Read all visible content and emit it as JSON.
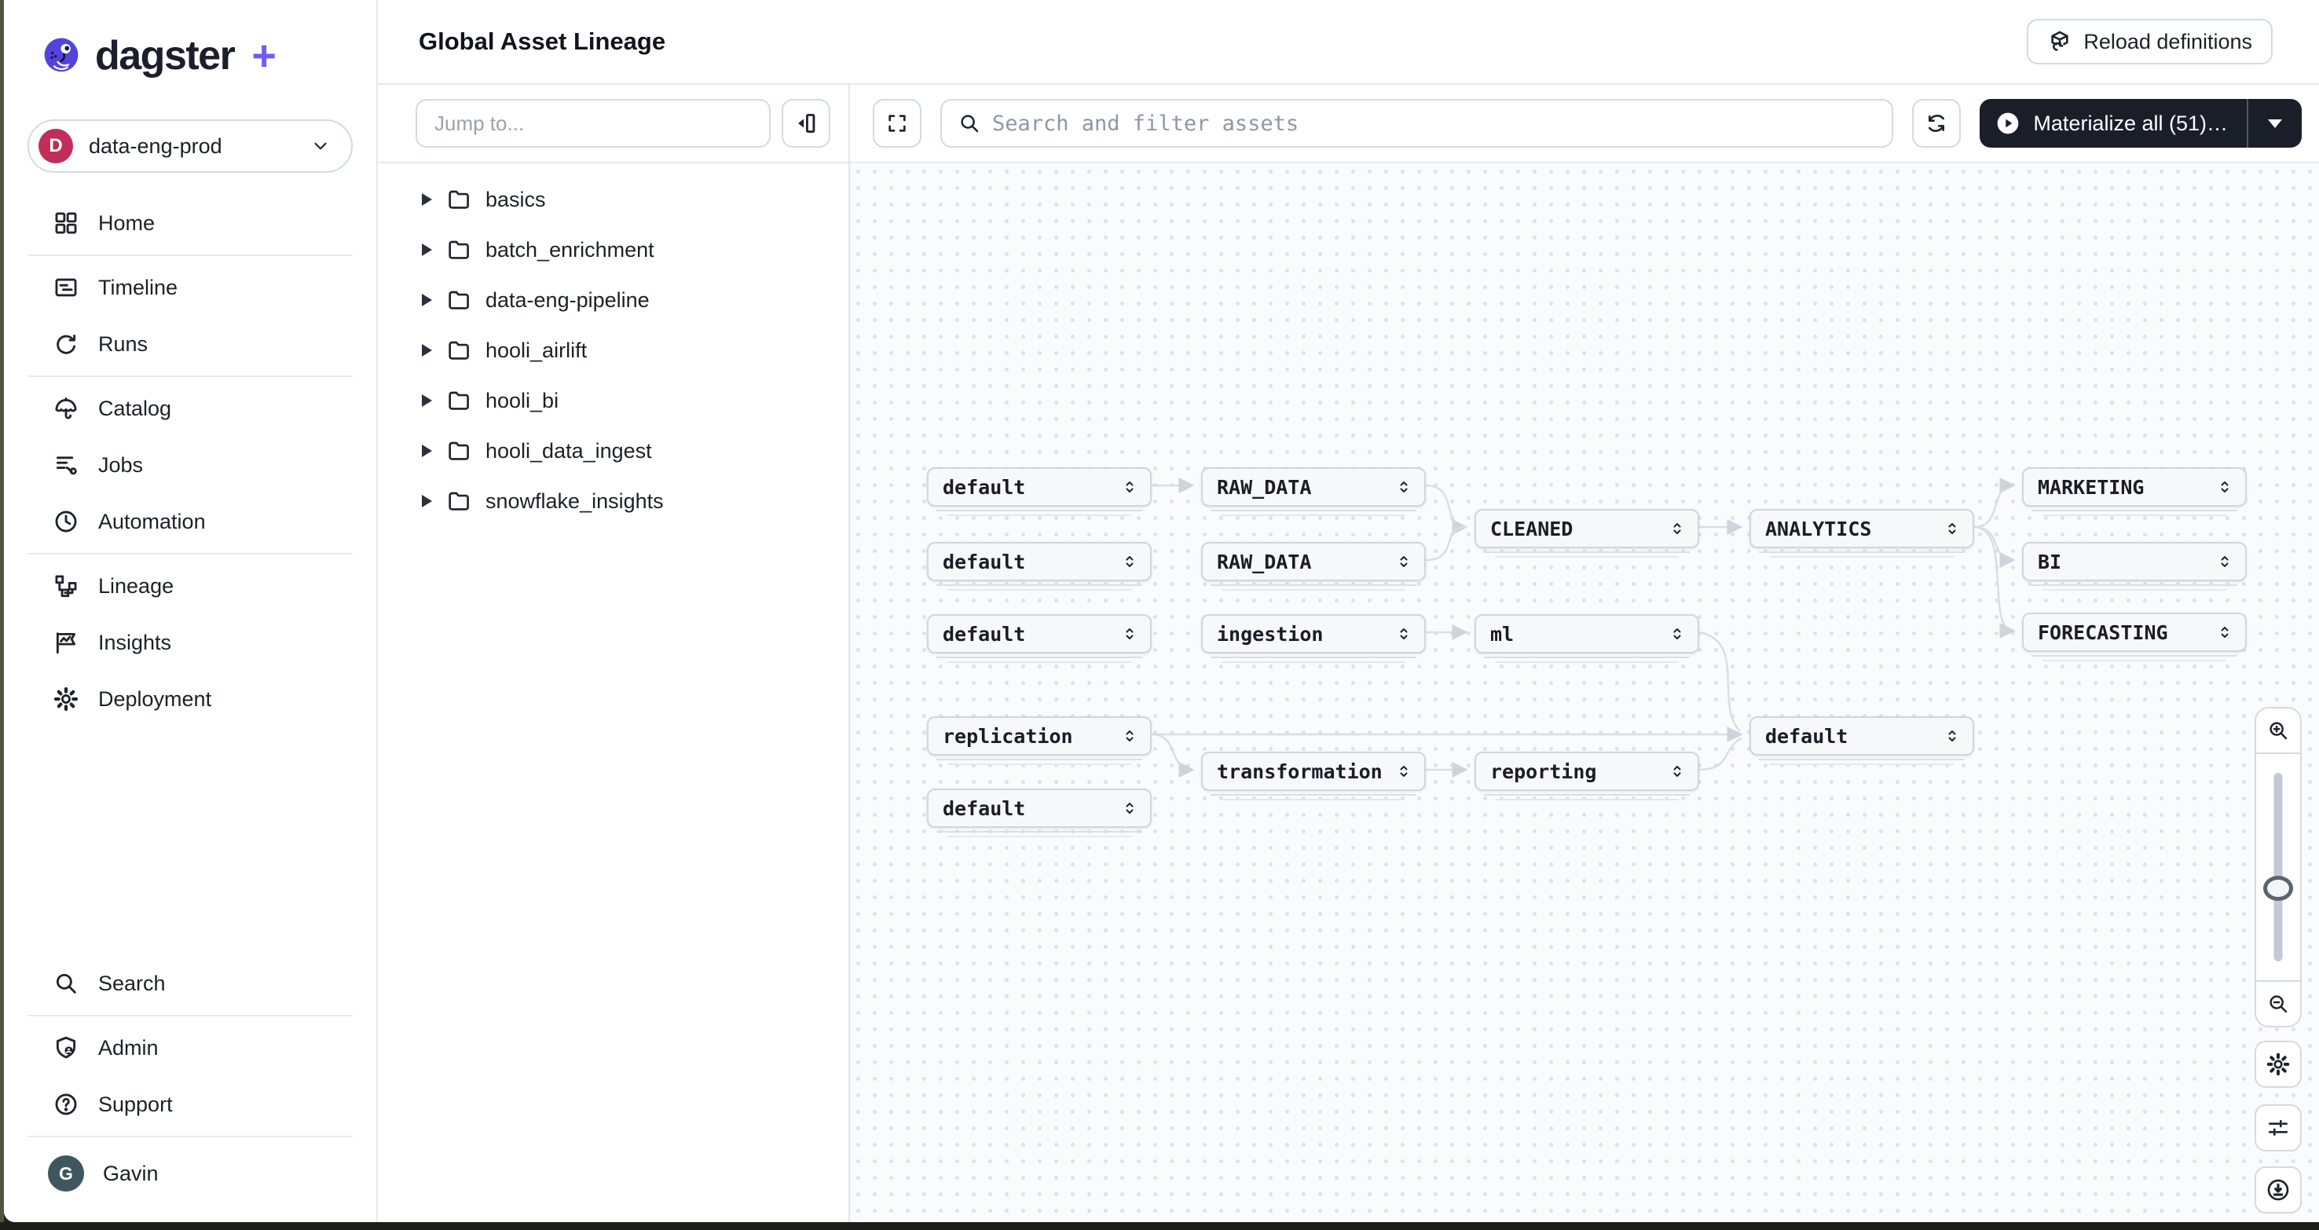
{
  "brand": {
    "name": "dagster",
    "plus": "+",
    "accent": "#5547e6",
    "wordmark_color": "#1b1e2b"
  },
  "org_switcher": {
    "label": "data-eng-prod",
    "avatar_initial": "D",
    "avatar_color": "#c02e59"
  },
  "sidebar": {
    "items": [
      {
        "label": "Home"
      },
      {
        "label": "Timeline"
      },
      {
        "label": "Runs"
      },
      {
        "label": "Catalog"
      },
      {
        "label": "Jobs"
      },
      {
        "label": "Automation"
      },
      {
        "label": "Lineage"
      },
      {
        "label": "Insights"
      },
      {
        "label": "Deployment"
      },
      {
        "label": "Search"
      },
      {
        "label": "Admin"
      },
      {
        "label": "Support"
      }
    ],
    "user": {
      "name": "Gavin",
      "avatar_initial": "G",
      "avatar_color": "#40565f"
    }
  },
  "header": {
    "title": "Global Asset Lineage",
    "reload_button": "Reload definitions"
  },
  "tree": {
    "jump_placeholder": "Jump to...",
    "folders": [
      "basics",
      "batch_enrichment",
      "data-eng-pipeline",
      "hooli_airlift",
      "hooli_bi",
      "hooli_data_ingest",
      "snowflake_insights"
    ]
  },
  "toolbar": {
    "search_placeholder": "Search and filter assets",
    "materialize_label": "Materialize all (51)…",
    "materialize_bg": "#1a1e29"
  },
  "graph": {
    "edge_color": "#d9dee4",
    "nodes": [
      {
        "label": "default"
      },
      {
        "label": "RAW_DATA"
      },
      {
        "label": "default"
      },
      {
        "label": "RAW_DATA"
      },
      {
        "label": "default"
      },
      {
        "label": "ingestion"
      },
      {
        "label": "CLEANED"
      },
      {
        "label": "ANALYTICS"
      },
      {
        "label": "ml"
      },
      {
        "label": "MARKETING"
      },
      {
        "label": "BI"
      },
      {
        "label": "FORECASTING"
      },
      {
        "label": "replication"
      },
      {
        "label": "transformation"
      },
      {
        "label": "reporting"
      },
      {
        "label": "default"
      },
      {
        "label": "default"
      }
    ]
  }
}
